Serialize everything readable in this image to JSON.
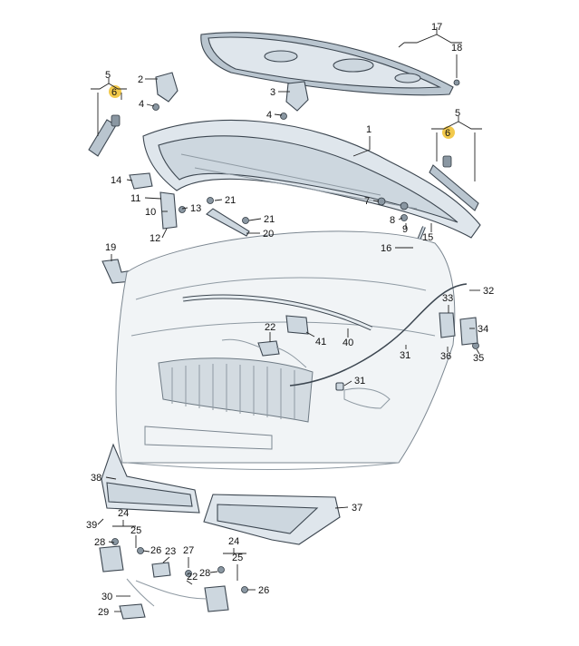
{
  "callouts": {
    "c1": "1",
    "c2": "2",
    "c3": "3",
    "c4a": "4",
    "c4b": "4",
    "c5a": "5",
    "c5b": "5",
    "c6a": "6",
    "c6b": "6",
    "c7": "7",
    "c8": "8",
    "c9": "9",
    "c10": "10",
    "c11": "11",
    "c12": "12",
    "c13": "13",
    "c14": "14",
    "c15": "15",
    "c16": "16",
    "c17": "17",
    "c18": "18",
    "c19": "19",
    "c20": "20",
    "c21a": "21",
    "c21b": "21",
    "c22a": "22",
    "c22b": "22",
    "c23": "23",
    "c24a": "24",
    "c24b": "24",
    "c25a": "25",
    "c25b": "25",
    "c26a": "26",
    "c26b": "26",
    "c27": "27",
    "c28a": "28",
    "c28b": "28",
    "c29": "29",
    "c30": "30",
    "c31a": "31",
    "c31b": "31",
    "c32": "32",
    "c33": "33",
    "c34": "34",
    "c35": "35",
    "c36": "36",
    "c37": "37",
    "c38": "38",
    "c39": "39",
    "c40": "40",
    "c41": "41"
  },
  "colors": {
    "highlight": "#f2c94c",
    "part": "#dfe6ec",
    "outline": "#3c4650"
  }
}
